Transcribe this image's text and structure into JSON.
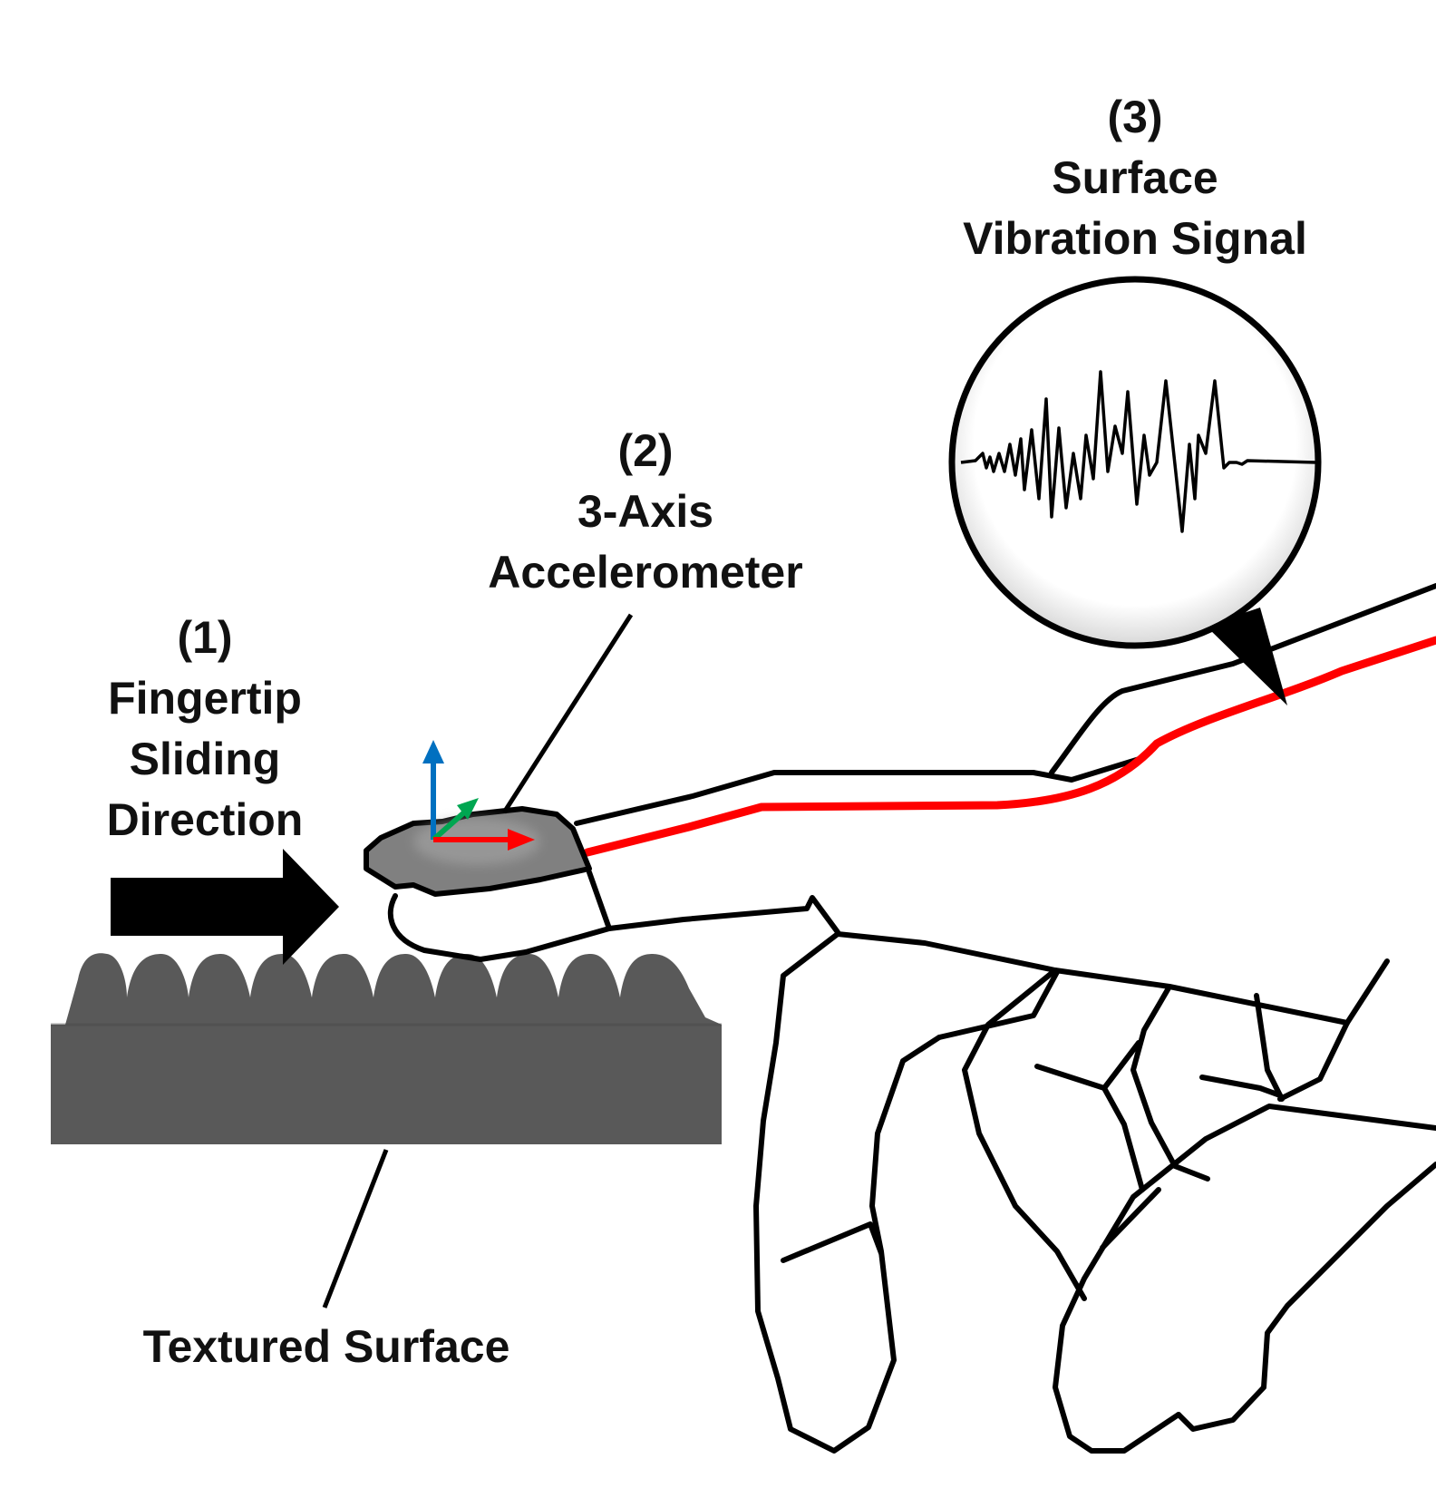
{
  "labels": {
    "step1": {
      "number": "(1)",
      "line1": "Fingertip",
      "line2": "Sliding",
      "line3": "Direction"
    },
    "step2": {
      "number": "(2)",
      "line1": "3-Axis",
      "line2": "Accelerometer"
    },
    "step3": {
      "number": "(3)",
      "line1": "Surface",
      "line2": "Vibration Signal"
    },
    "surface": "Textured Surface"
  },
  "colors": {
    "outline": "#000000",
    "surface": "#595959",
    "sensor": "#808080",
    "wire": "#ff0000",
    "axis_x": "#ff0000",
    "axis_y": "#00a651",
    "axis_z": "#0070c0"
  },
  "icons": [
    "sliding-direction-arrow-icon",
    "xyz-axes-icon",
    "vibration-waveform-icon"
  ]
}
